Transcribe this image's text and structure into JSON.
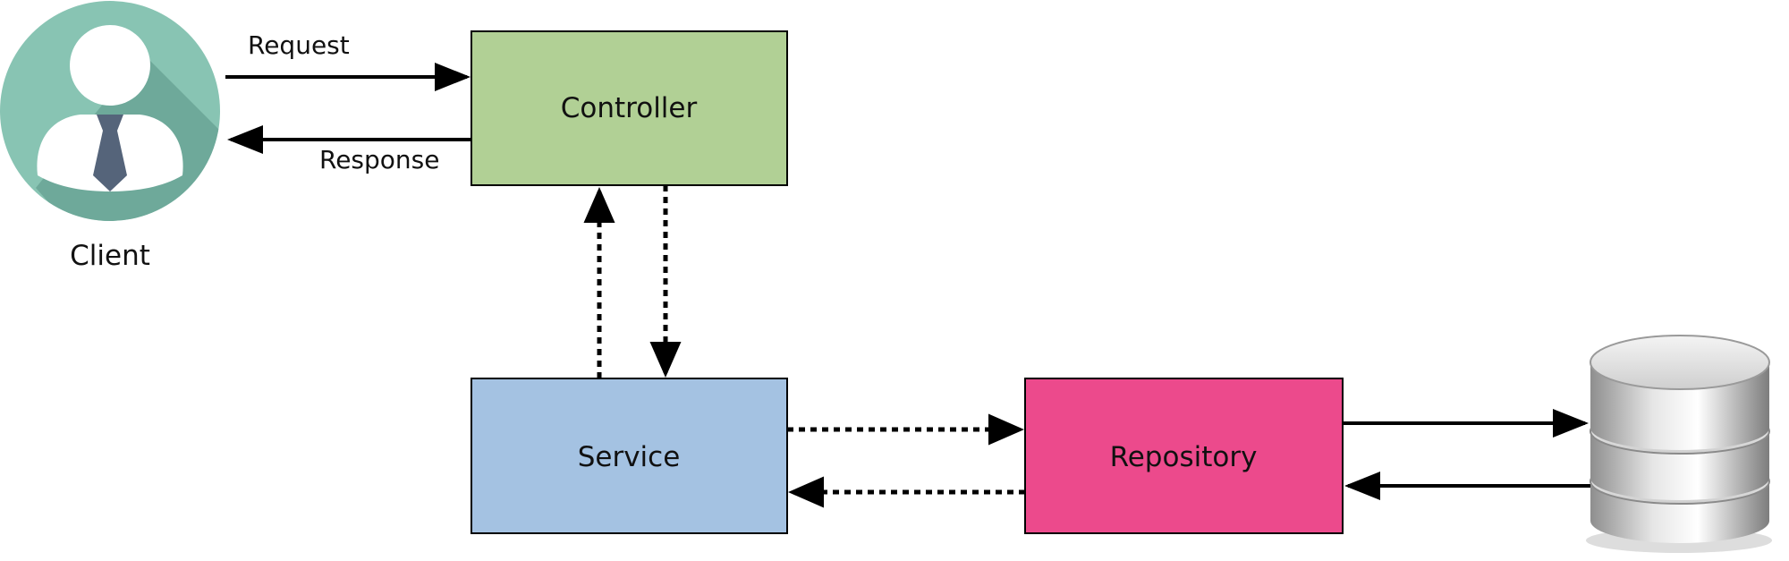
{
  "diagram": {
    "client": {
      "label": "Client",
      "icon": "user-avatar-icon",
      "colors": {
        "circle": "#88c4b3",
        "shadow": "#6aa595",
        "body": "#ffffff",
        "tie": "#55647a"
      }
    },
    "nodes": {
      "controller": {
        "label": "Controller",
        "fill": "#b1d095"
      },
      "service": {
        "label": "Service",
        "fill": "#a4c2e2"
      },
      "repository": {
        "label": "Repository",
        "fill": "#ec4a8c"
      }
    },
    "database": {
      "icon": "database-icon",
      "colors": {
        "body": "#c4c4c4",
        "top": "#e2e2e2",
        "stroke": "#8a8a8a"
      }
    },
    "edges": {
      "request": {
        "label": "Request",
        "style": "solid"
      },
      "response": {
        "label": "Response",
        "style": "solid"
      },
      "service_to_controller": {
        "style": "dotted"
      },
      "controller_to_service": {
        "style": "dotted"
      },
      "service_to_repository": {
        "style": "dotted"
      },
      "repository_to_service": {
        "style": "dotted"
      },
      "repository_to_database": {
        "style": "solid"
      },
      "database_to_repository": {
        "style": "solid"
      }
    }
  }
}
